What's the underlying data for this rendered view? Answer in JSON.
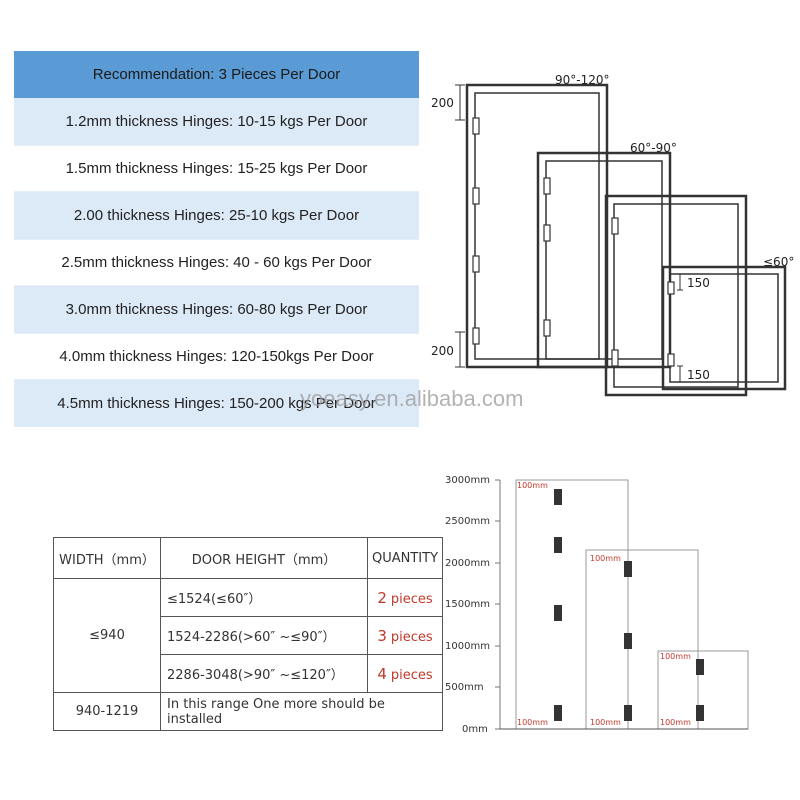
{
  "recommendation": {
    "header": "Recommendation: 3 Pieces Per Door",
    "rows": [
      "1.2mm thickness Hinges: 10-15 kgs Per Door",
      "1.5mm thickness Hinges: 15-25 kgs Per Door",
      "2.00 thickness Hinges: 25-10 kgs Per Door",
      "2.5mm thickness Hinges: 40 - 60 kgs Per Door",
      "3.0mm thickness Hinges: 60-80 kgs Per Door",
      "4.0mm thickness Hinges: 120-150kgs Per Door",
      "4.5mm thickness Hinges: 150-200 kgs Per Door"
    ],
    "watermark": "yoeasy.en.alibaba.com"
  },
  "door_diagram": {
    "labels": [
      "90°-120°",
      "60°-90°",
      "≤60°"
    ],
    "dim_top": "200",
    "dim_bottom": "200",
    "small_top": "150",
    "small_bottom": "150"
  },
  "quantity_table": {
    "headers": [
      "WIDTH（mm）",
      "DOOR HEIGHT（mm）",
      "QUANTITY"
    ],
    "width_1": "≤940",
    "heights": [
      "≤1524(≤60″）",
      "1524-2286(>60″ ~≤90″）",
      "2286-3048(>90″ ~≤120″）"
    ],
    "quantities": [
      {
        "num": "2",
        "unit": "pieces"
      },
      {
        "num": "3",
        "unit": "pieces"
      },
      {
        "num": "4",
        "unit": "pieces"
      }
    ],
    "width_2": "940-1219",
    "note": "In this range One more should be installed"
  },
  "height_chart": {
    "y_ticks": [
      "3000mm",
      "2500mm",
      "2000mm",
      "1500mm",
      "1000mm",
      "500mm",
      "0mm"
    ],
    "offset_label": "100mm"
  }
}
